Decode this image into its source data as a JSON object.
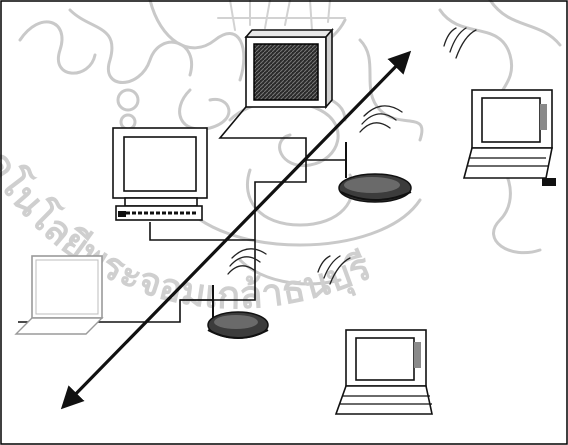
{
  "diagram": {
    "kind": "network-topology",
    "watermark": {
      "text": "คโนโลยีพระจอมเกล้าธนบุรี",
      "style": "seal"
    },
    "devices": [
      {
        "name": "desktop-top",
        "type": "desktop",
        "connection": "wired"
      },
      {
        "name": "desktop-left",
        "type": "desktop",
        "connection": "wired"
      },
      {
        "name": "laptop-left",
        "type": "laptop",
        "connection": "wired"
      },
      {
        "name": "access-point-upper",
        "type": "access-point",
        "connection": "wired"
      },
      {
        "name": "access-point-lower",
        "type": "access-point",
        "connection": "wired"
      },
      {
        "name": "laptop-top-right",
        "type": "laptop",
        "connection": "wireless"
      },
      {
        "name": "laptop-bottom-right",
        "type": "laptop",
        "connection": "wireless"
      }
    ],
    "arrow": {
      "style": "double-headed",
      "color": "#111111"
    }
  }
}
